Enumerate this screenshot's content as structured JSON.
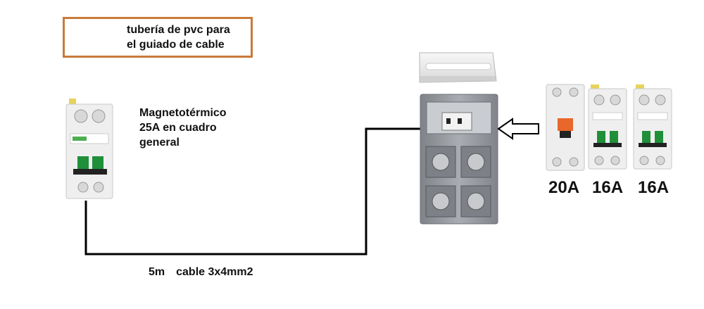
{
  "pvc_note": {
    "line1": "tubería de pvc para",
    "line2": "el guiado de cable"
  },
  "breaker_note": {
    "line1": "Magnetotérmico",
    "line2": "25A en cuadro",
    "line3": "general"
  },
  "cable_note": {
    "length": "5m",
    "spec": "cable 3x4mm2"
  },
  "breaker_ratings": [
    "20A",
    "16A",
    "16A"
  ],
  "colors": {
    "wire": "#000000",
    "tube": "#8a8a88",
    "box_border": "#c97a3a",
    "panel": "#9a9ea3",
    "breaker_body": "#eeeeee",
    "rcd_button": "#e8672a"
  }
}
